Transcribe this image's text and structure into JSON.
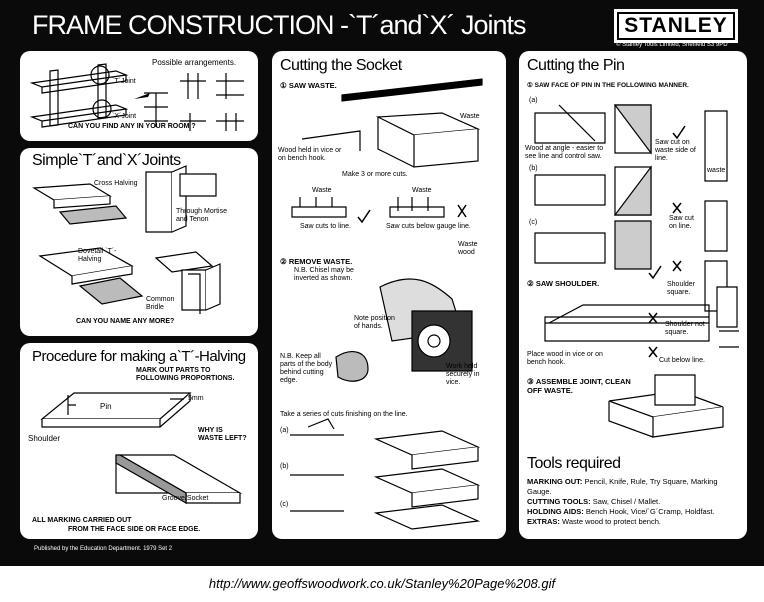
{
  "header": {
    "title": "FRAME CONSTRUCTION -`T´and`X´ Joints",
    "logo": "STANLEY",
    "copyright": "© Stanley Tools Limited, Sheffield S3 9PD"
  },
  "panel_arrangements": {
    "label_possible": "Possible arrangements.",
    "label_t": "`T´Joint",
    "label_x": "`X´Joint",
    "question": "CAN YOU FIND ANY IN YOUR ROOM ?"
  },
  "panel_simple": {
    "title": "Simple`T´and`X´Joints",
    "cross_halving": "Cross Halving",
    "through_mortise": "Through Mortise and Tenon",
    "dovetail": "Dovetail `T´-Halving",
    "common_bridle": "Common Bridle",
    "question": "CAN YOU NAME ANY MORE?"
  },
  "panel_procedure": {
    "title": "Procedure for making a`T´-Halving",
    "mark_out": "MARK OUT PARTS TO FOLLOWING PROPORTIONS.",
    "pin": "Pin",
    "dim": "5mm",
    "shoulder": "Shoulder",
    "why": "WHY IS WASTE LEFT?",
    "groove": "Groove/Socket",
    "all_marking": "ALL MARKING CARRIED OUT",
    "face_side": "FROM THE FACE SIDE OR FACE EDGE."
  },
  "panel_socket": {
    "title": "Cutting the Socket",
    "step1": "SAW WASTE.",
    "waste": "Waste",
    "wood_held": "Wood held in vice or on bench hook.",
    "make3": "Make 3 or more cuts.",
    "waste_a": "Waste",
    "waste_b": "Waste",
    "saw_cuts_line": "Saw cuts to line.",
    "saw_cuts_below": "Saw cuts below gauge line.",
    "step2": "REMOVE WASTE.",
    "nb_chisel": "N.B. Chisel may be inverted as shown.",
    "waste_wood": "Waste wood",
    "note_position": "Note position of hands.",
    "nb_keep": "N.B. Keep all parts of the body behind cutting edge.",
    "work_held": "Work held securely in vice.",
    "series": "Take a series of cuts finishing on the line.",
    "a": "(a)",
    "b": "(b)",
    "c": "(c)"
  },
  "panel_pin": {
    "title": "Cutting the Pin",
    "step1": "SAW FACE OF PIN IN THE FOLLOWING MANNER.",
    "a": "(a)",
    "b": "(b)",
    "c": "(c)",
    "wood_angle": "Wood at angle - easier to see line and control saw.",
    "saw_cut_waste": "Saw cut on waste side of line.",
    "waste": "waste",
    "saw_cut_on": "Saw cut on line.",
    "step2": "SAW SHOULDER.",
    "shoulder_square": "Shoulder square.",
    "shoulder_not": "Shoulder not square.",
    "place_wood": "Place wood in vice or on bench hook.",
    "cut_below": "Cut below line.",
    "step3": "ASSEMBLE JOINT, CLEAN OFF WASTE."
  },
  "tools": {
    "title": "Tools required",
    "items": [
      {
        "k": "MARKING OUT:",
        "v": "Pencil, Knife, Rule, Try Square, Marking Gauge."
      },
      {
        "k": "CUTTING TOOLS:",
        "v": "Saw, Chisel / Mallet."
      },
      {
        "k": "HOLDING AIDS:",
        "v": "Bench Hook, Vice/`G´Cramp, Holdfast."
      },
      {
        "k": "EXTRAS:",
        "v": "Waste wood to protect bench."
      }
    ]
  },
  "footer": "Published by the Education Department. 1979 Set 2",
  "url": "http://www.geoffswoodwork.co.uk/Stanley%20Page%208.gif"
}
